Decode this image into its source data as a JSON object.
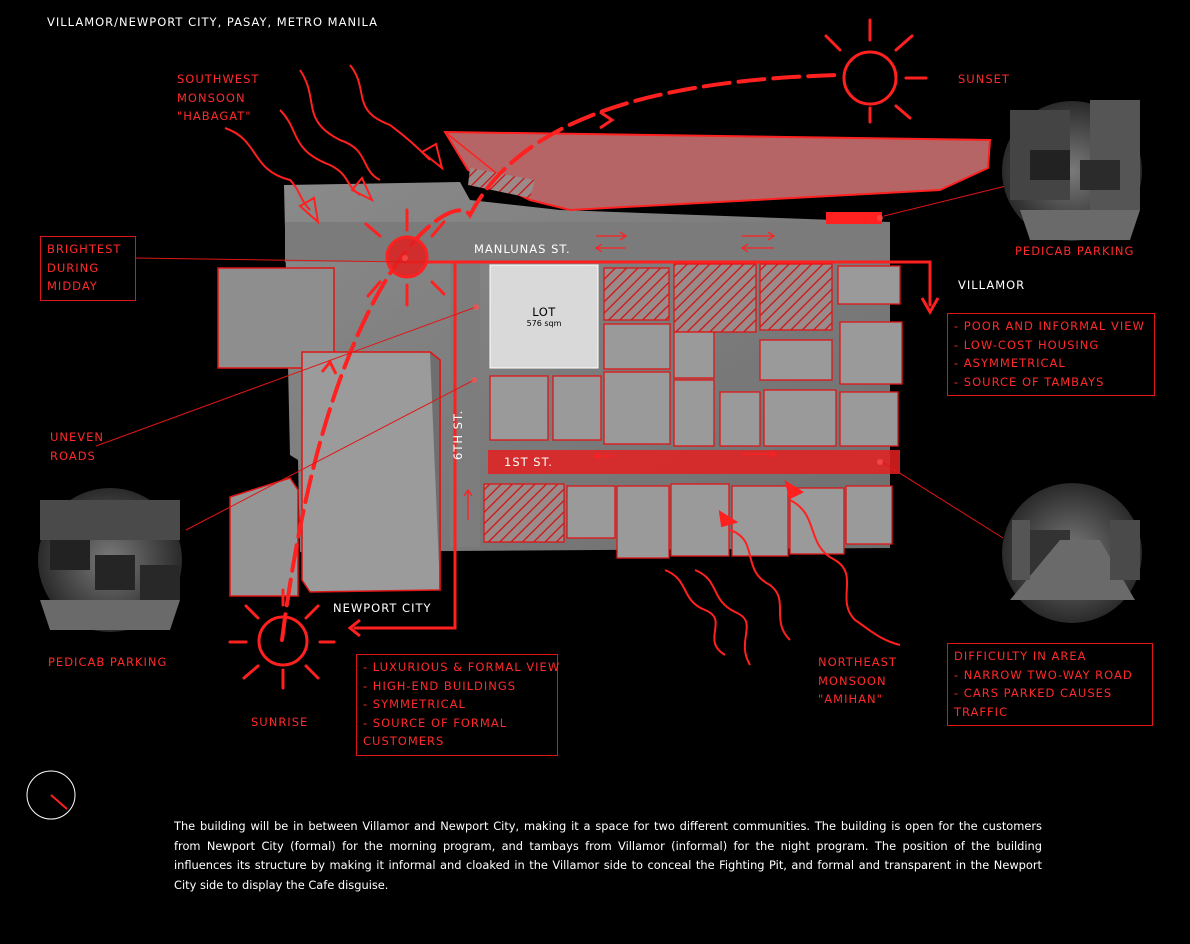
{
  "header": "VILLAMOR/NEWPORT CITY, PASAY, METRO MANILA",
  "labels": {
    "southwest_monsoon": [
      "SOUTHWEST",
      "MONSOON",
      "\"HABAGAT\""
    ],
    "sunset": "SUNSET",
    "pedicab_parking_right": "PEDICAB PARKING",
    "villamor": "VILLAMOR",
    "manlunas_st": "MANLUNAS ST.",
    "first_st": "1ST ST.",
    "sixth_st": "6TH ST.",
    "lot_title": "LOT",
    "lot_area": "576 sqm",
    "newport_city": "NEWPORT CITY",
    "uneven_roads": [
      "UNEVEN",
      "ROADS"
    ],
    "pedicab_parking_left": "PEDICAB PARKING",
    "sunrise": "SUNRISE",
    "northeast_monsoon": [
      "NORTHEAST",
      "MONSOON",
      "\"AMIHAN\""
    ]
  },
  "boxes": {
    "brightest": [
      "BRIGHTEST",
      "DURING",
      "MIDDAY"
    ],
    "villamor_notes": [
      "- POOR AND INFORMAL VIEW",
      "- LOW-COST HOUSING",
      "- ASYMMETRICAL",
      "- SOURCE OF TAMBAYS"
    ],
    "newport_notes": [
      "- LUXURIOUS & FORMAL VIEW",
      "- HIGH-END BUILDINGS",
      "- SYMMETRICAL",
      "- SOURCE OF FORMAL",
      "CUSTOMERS"
    ],
    "difficulty_notes": [
      "DIFFICULTY IN AREA",
      "- NARROW TWO-WAY ROAD",
      "- CARS PARKED CAUSES",
      "TRAFFIC"
    ]
  },
  "description": "The building will be in between Villamor and Newport City, making it a space for two different communities. The building is open for the customers from Newport City (formal) for the morning program, and tambays from Villamor (informal) for the night program. The position of the building influences its structure by making it informal and cloaked in the Villamor side to conceal the Fighting Pit, and formal and transparent in the Newport City side to display the Cafe disguise.",
  "colors": {
    "accent": "#e01515",
    "background": "#000000",
    "text": "#ffffff"
  }
}
